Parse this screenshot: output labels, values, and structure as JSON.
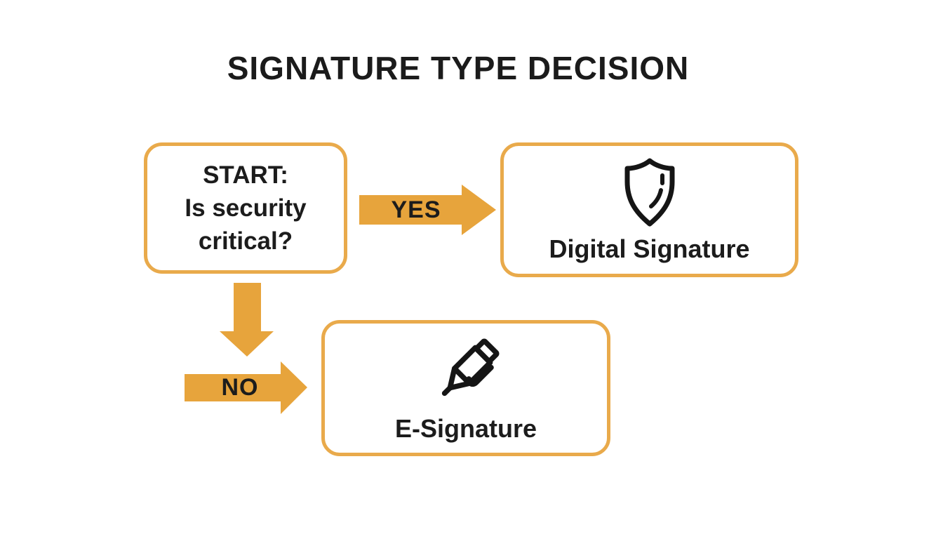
{
  "title": "SIGNATURE TYPE DECISION",
  "colors": {
    "accent_border": "#e9aa4b",
    "accent_arrow": "#e7a43c",
    "text": "#1c1c1c",
    "background": "#ffffff"
  },
  "flow": {
    "start": {
      "line1": "START:",
      "line2": "Is security critical?"
    },
    "branches": [
      {
        "condition": "YES",
        "target": "Digital Signature",
        "icon": "shield-icon"
      },
      {
        "condition": "NO",
        "target": "E-Signature",
        "icon": "pen-icon"
      }
    ]
  }
}
